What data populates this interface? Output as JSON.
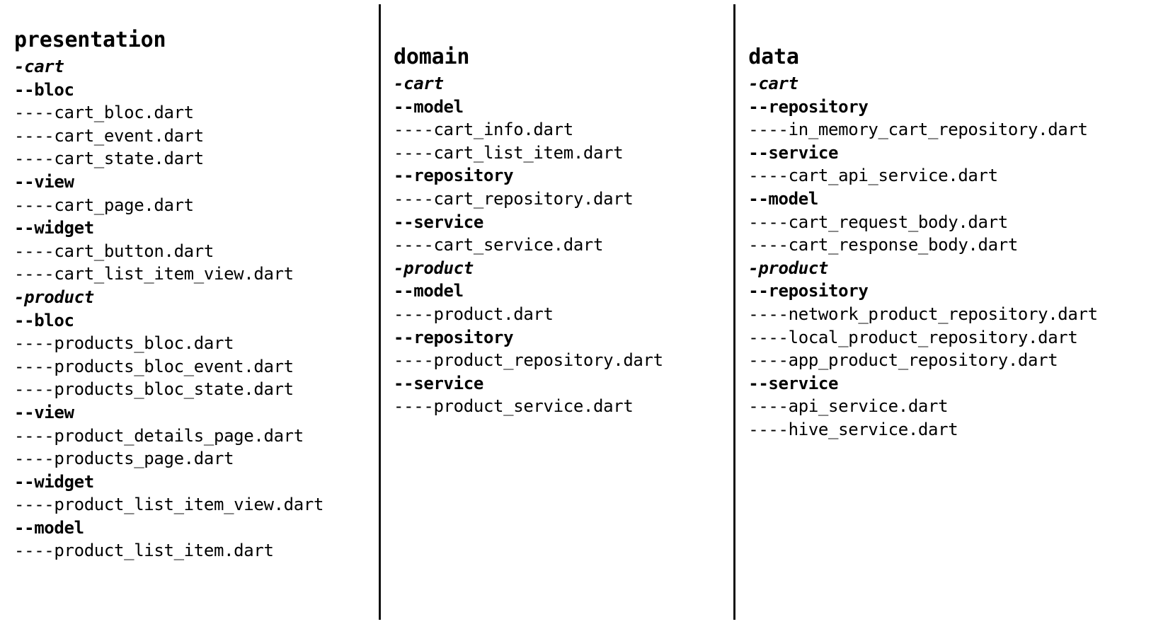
{
  "meta": {
    "background_color": "#ffffff",
    "text_color": "#000000",
    "divider_color": "#111111"
  },
  "columns": [
    {
      "id": "presentation",
      "title": "presentation",
      "nodes": [
        {
          "level": "feature",
          "text": "-cart"
        },
        {
          "level": "layer",
          "text": "--bloc"
        },
        {
          "level": "file",
          "text": "----cart_bloc.dart"
        },
        {
          "level": "file",
          "text": "----cart_event.dart"
        },
        {
          "level": "file",
          "text": "----cart_state.dart"
        },
        {
          "level": "layer",
          "text": "--view"
        },
        {
          "level": "file",
          "text": "----cart_page.dart"
        },
        {
          "level": "layer",
          "text": "--widget"
        },
        {
          "level": "file",
          "text": "----cart_button.dart"
        },
        {
          "level": "file",
          "text": "----cart_list_item_view.dart"
        },
        {
          "level": "feature",
          "text": "-product"
        },
        {
          "level": "layer",
          "text": "--bloc"
        },
        {
          "level": "file",
          "text": "----products_bloc.dart"
        },
        {
          "level": "file",
          "text": "----products_bloc_event.dart"
        },
        {
          "level": "file",
          "text": "----products_bloc_state.dart"
        },
        {
          "level": "layer",
          "text": "--view"
        },
        {
          "level": "file",
          "text": "----product_details_page.dart"
        },
        {
          "level": "file",
          "text": "----products_page.dart"
        },
        {
          "level": "layer",
          "text": "--widget"
        },
        {
          "level": "file",
          "text": "----product_list_item_view.dart"
        },
        {
          "level": "layer",
          "text": "--model"
        },
        {
          "level": "file",
          "text": "----product_list_item.dart"
        }
      ]
    },
    {
      "id": "domain",
      "title": "domain",
      "nodes": [
        {
          "level": "feature",
          "text": "-cart"
        },
        {
          "level": "layer",
          "text": "--model"
        },
        {
          "level": "file",
          "text": "----cart_info.dart"
        },
        {
          "level": "file",
          "text": "----cart_list_item.dart"
        },
        {
          "level": "layer",
          "text": "--repository"
        },
        {
          "level": "file",
          "text": "----cart_repository.dart"
        },
        {
          "level": "layer",
          "text": "--service"
        },
        {
          "level": "file",
          "text": "----cart_service.dart"
        },
        {
          "level": "feature",
          "text": "-product"
        },
        {
          "level": "layer",
          "text": "--model"
        },
        {
          "level": "file",
          "text": "----product.dart"
        },
        {
          "level": "layer",
          "text": "--repository"
        },
        {
          "level": "file",
          "text": "----product_repository.dart"
        },
        {
          "level": "layer",
          "text": "--service"
        },
        {
          "level": "file",
          "text": "----product_service.dart"
        }
      ]
    },
    {
      "id": "data",
      "title": "data",
      "nodes": [
        {
          "level": "feature",
          "text": "-cart"
        },
        {
          "level": "layer",
          "text": "--repository"
        },
        {
          "level": "file",
          "text": "----in_memory_cart_repository.dart"
        },
        {
          "level": "layer",
          "text": "--service"
        },
        {
          "level": "file",
          "text": "----cart_api_service.dart"
        },
        {
          "level": "layer",
          "text": "--model"
        },
        {
          "level": "file",
          "text": "----cart_request_body.dart"
        },
        {
          "level": "file",
          "text": "----cart_response_body.dart"
        },
        {
          "level": "feature",
          "text": "-product"
        },
        {
          "level": "layer",
          "text": "--repository"
        },
        {
          "level": "file",
          "text": "----network_product_repository.dart"
        },
        {
          "level": "file",
          "text": "----local_product_repository.dart"
        },
        {
          "level": "file",
          "text": "----app_product_repository.dart"
        },
        {
          "level": "layer",
          "text": "--service"
        },
        {
          "level": "file",
          "text": "----api_service.dart"
        },
        {
          "level": "file",
          "text": "----hive_service.dart"
        }
      ]
    }
  ]
}
